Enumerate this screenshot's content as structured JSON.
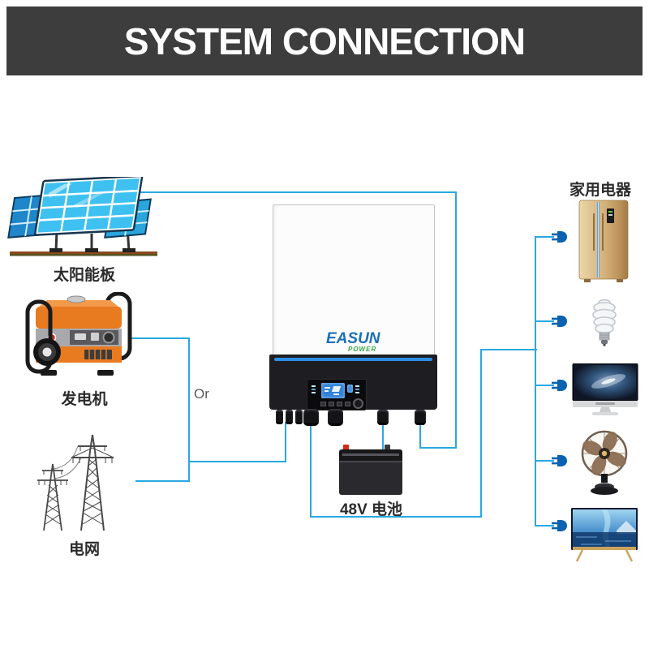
{
  "header": {
    "title": "SYSTEM CONNECTION"
  },
  "colors": {
    "wire": "#29a8e0",
    "plug": "#0a62b1",
    "header_bg": "#3d3d3d",
    "accent_blue": "#2b8fe6",
    "brand_blue": "#1a6fb5",
    "brand_green": "#3aa648"
  },
  "diagram": {
    "or_label": "Or",
    "sources": [
      {
        "name": "solar-panels",
        "icon": "solar-panel-icon",
        "label": "太阳能板"
      },
      {
        "name": "generator",
        "icon": "generator-icon",
        "label": "发电机"
      },
      {
        "name": "power-grid",
        "icon": "transmission-tower-icon",
        "label": "电网"
      }
    ],
    "inverter": {
      "brand": "EASUN",
      "brand_sub": "POWER"
    },
    "battery": {
      "label": "48V 电池"
    },
    "appliances": {
      "group_label": "家用电器",
      "items": [
        {
          "name": "refrigerator",
          "icon": "refrigerator-icon"
        },
        {
          "name": "cfl-bulb",
          "icon": "cfl-bulb-icon"
        },
        {
          "name": "desktop-monitor",
          "icon": "monitor-icon"
        },
        {
          "name": "desk-fan",
          "icon": "fan-icon"
        },
        {
          "name": "television",
          "icon": "tv-icon"
        }
      ]
    }
  }
}
